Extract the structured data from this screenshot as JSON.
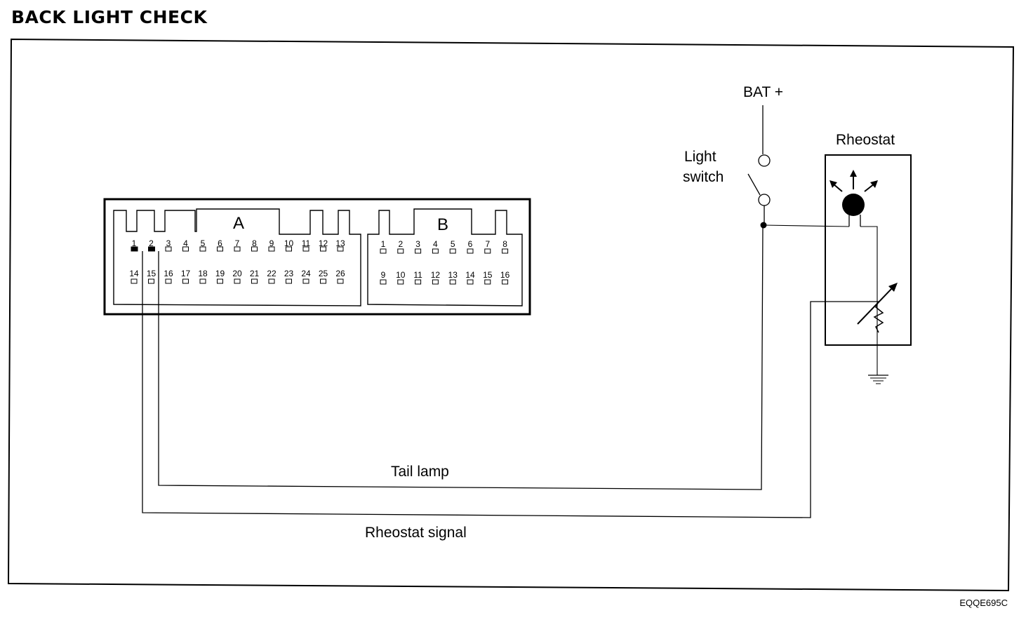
{
  "title": "BACK LIGHT CHECK",
  "figure_code": "EQQE695C",
  "connector": {
    "a_label": "A",
    "b_label": "B",
    "a_top_pins": [
      "1",
      "2",
      "3",
      "4",
      "5",
      "6",
      "7",
      "8",
      "9",
      "10",
      "11",
      "12",
      "13"
    ],
    "a_bottom_pins": [
      "14",
      "15",
      "16",
      "17",
      "18",
      "19",
      "20",
      "21",
      "22",
      "23",
      "24",
      "25",
      "26"
    ],
    "b_top_pins": [
      "1",
      "2",
      "3",
      "4",
      "5",
      "6",
      "7",
      "8"
    ],
    "b_bottom_pins": [
      "9",
      "10",
      "11",
      "12",
      "13",
      "14",
      "15",
      "16"
    ],
    "highlighted_pins": [
      "A1",
      "A2"
    ]
  },
  "labels": {
    "battery": "BAT +",
    "light_switch_line1": "Light",
    "light_switch_line2": "switch",
    "rheostat": "Rheostat",
    "tail_lamp": "Tail lamp",
    "rheostat_signal": "Rheostat signal"
  },
  "colors": {
    "ink": "#000000",
    "background": "#ffffff"
  }
}
